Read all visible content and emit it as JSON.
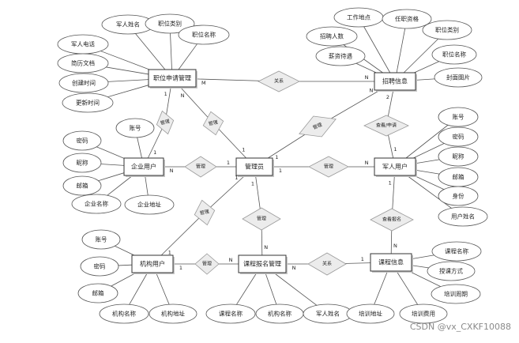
{
  "entities": {
    "job_application_mgmt": "职位申请管理",
    "recruitment_info": "招聘信息",
    "enterprise_user": "企业用户",
    "admin": "管理员",
    "soldier_user": "军人用户",
    "institution_user": "机构用户",
    "course_registration_mgmt": "课程报名管理",
    "course_info": "课程信息"
  },
  "relations": {
    "r_top": "关系",
    "r_job_ent": "管理",
    "r_job_admin": "管理",
    "r_rec_admin": "管理",
    "r_rec_soldier": "查看/申请",
    "r_ent_admin": "管理",
    "r_admin_soldier": "管理",
    "r_admin_inst": "管理",
    "r_admin_course_reg": "管理",
    "r_soldier_course": "查看报名",
    "r_inst_course_reg": "管理",
    "r_course_reg_course": "关系"
  },
  "attributes": {
    "job_app_soldier_name": "军人姓名",
    "job_app_job_category": "职位类别",
    "job_app_job_name": "职位名称",
    "job_app_soldier_phone": "军人电话",
    "job_app_resume": "简历文档",
    "job_app_create_time": "创建时间",
    "job_app_update_time": "更新时间",
    "rec_workplace": "工作地点",
    "rec_qualification": "任职资格",
    "rec_headcount": "招聘人数",
    "rec_job_category": "职位类别",
    "rec_salary": "薪资待遇",
    "rec_job_name": "职位名称",
    "rec_cover": "封面图片",
    "soldier_account": "账号",
    "soldier_password": "密码",
    "soldier_nickname": "昵称",
    "soldier_email": "邮箱",
    "soldier_identity": "身份",
    "soldier_name": "用户姓名",
    "ent_account": "账号",
    "ent_password": "密码",
    "ent_nickname": "昵称",
    "ent_email": "邮箱",
    "ent_name": "企业名称",
    "ent_address": "企业地址",
    "inst_account": "账号",
    "inst_password": "密码",
    "inst_email": "邮箱",
    "inst_name": "机构名称",
    "inst_address": "机构地址",
    "reg_course_name": "课程名称",
    "reg_inst_name": "机构名称",
    "reg_soldier_name": "军人姓名",
    "course_name": "课程名称",
    "course_method": "授课方式",
    "course_period": "培训周期",
    "course_location": "培训地址",
    "course_fee": "培训费用"
  },
  "cardinalities": {
    "job_r_top": "M",
    "rec_r_top": "N",
    "job_r_job_ent": "1",
    "job_r_job_admin": "N",
    "rec_r_rec_admin": "N",
    "rec_r_rec_soldier": "2",
    "soldier_r_rec_soldier": "1",
    "ent_r_ent_admin": "N",
    "admin_r_ent_admin": "1",
    "admin_r_admin_soldier": "1",
    "soldier_r_admin_soldier": "N",
    "admin_r_admin_inst": "1",
    "inst_r_admin_inst": "1",
    "admin_r_admin_course_reg": "1",
    "course_reg_r_admin_course_reg": "N",
    "soldier_r_soldier_course": "1",
    "course_r_soldier_course": "N",
    "inst_r_inst_course_reg": "1",
    "course_reg_r_inst_course_reg": "N",
    "course_reg_r_course_reg_course": "N",
    "course_r_course_reg_course": "1",
    "ent_r_job_ent": "1",
    "admin_r_job_admin": "1",
    "admin_r_rec_admin": "1"
  },
  "watermark": "CSDN @vx_CXKF10088",
  "colors": {
    "line": "#555555",
    "entity_fill": "#ffffff",
    "diamond_fill": "#ececec",
    "text": "#222222"
  }
}
